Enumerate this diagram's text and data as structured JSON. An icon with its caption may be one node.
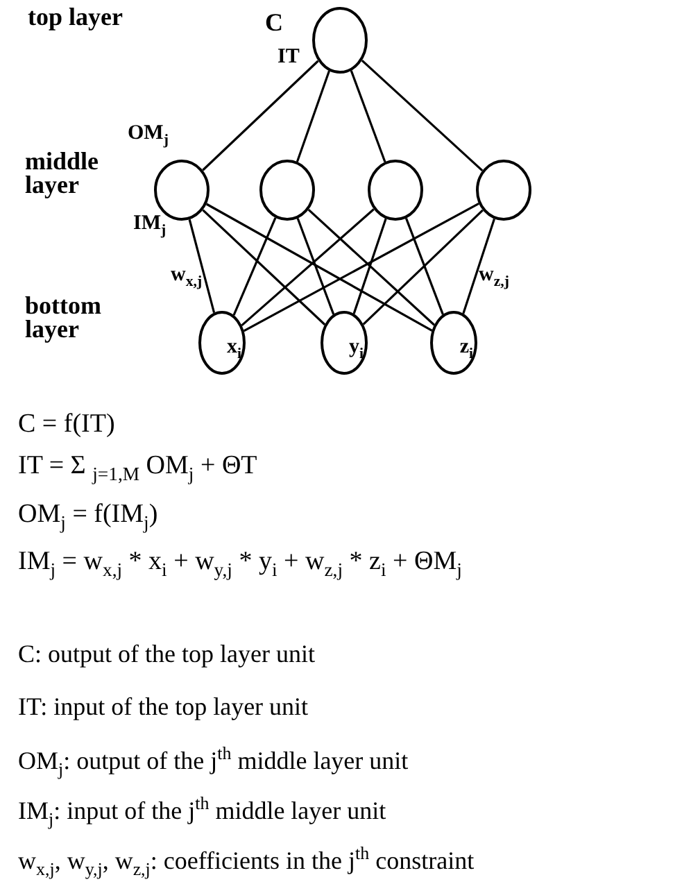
{
  "diagram": {
    "nodes": [
      {
        "text": [],
        "shape": "circle"
      },
      {
        "text": [],
        "shape": "circle"
      },
      {
        "text": [],
        "shape": "circle"
      },
      {
        "text": [],
        "shape": "circle"
      },
      {
        "text": [],
        "shape": "circle"
      },
      {
        "text": [
          "x$_{i}$"
        ]
      },
      {
        "text": [
          "y$_{i}$"
        ]
      },
      {
        "text": [
          "z$_{i}$"
        ]
      }
    ],
    "edges": [
      {
        "from": 0,
        "to": 1,
        "arrow": "none"
      },
      {
        "from": 0,
        "to": 2,
        "arrow": "none"
      },
      {
        "from": 0,
        "to": 3,
        "arrow": "none"
      },
      {
        "from": 0,
        "to": 4,
        "arrow": "none"
      },
      {
        "from": 1,
        "to": 5,
        "arrow": "none"
      },
      {
        "from": 1,
        "to": 6,
        "arrow": "none"
      },
      {
        "from": 1,
        "to": 7,
        "arrow": "none"
      },
      {
        "from": 2,
        "to": 5,
        "arrow": "none"
      },
      {
        "from": 2,
        "to": 6,
        "arrow": "none"
      },
      {
        "from": 2,
        "to": 7,
        "arrow": "none"
      },
      {
        "from": 3,
        "to": 5,
        "arrow": "none"
      },
      {
        "from": 3,
        "to": 6,
        "arrow": "none"
      },
      {
        "from": 3,
        "to": 7,
        "arrow": "none"
      },
      {
        "from": 4,
        "to": 5,
        "arrow": "none"
      },
      {
        "from": 4,
        "to": 6,
        "arrow": "none"
      },
      {
        "from": 4,
        "to": 7,
        "arrow": "none"
      }
    ],
    "labels": [
      "top layer",
      "C",
      "IT",
      "middle layer",
      "OM$_{j}$",
      "IM$_{j}$",
      "w$_{x,j}$",
      "w$_{z,j}$",
      "bottom layer",
      "C = f(IT)",
      "IT = Σ $_{j=1,M}$ OM$_{j}$ + ΘT",
      "OM$_{j}$ = f(IM$_{j}$)",
      "IM$_{j}$ = w$_{x,j}$ * x$_{i}$ + w$_{y,j}$ * y$_{i}$ + w$_{z,j}$ * z$_{i}$ + ΘM$_{j}$",
      "C: output of the top layer unit",
      "IT: input of the top layer unit",
      "OM$_{j}$: output of the j$^{th}$ middle layer unit",
      "IM$_{j}$: input of the j$^{th}$ middle layer unit",
      "w$_{x,j}$, w$_{y,j}$, w$_{z,j}$: coefficients in the j$^{th}$ constraint"
    ]
  }
}
